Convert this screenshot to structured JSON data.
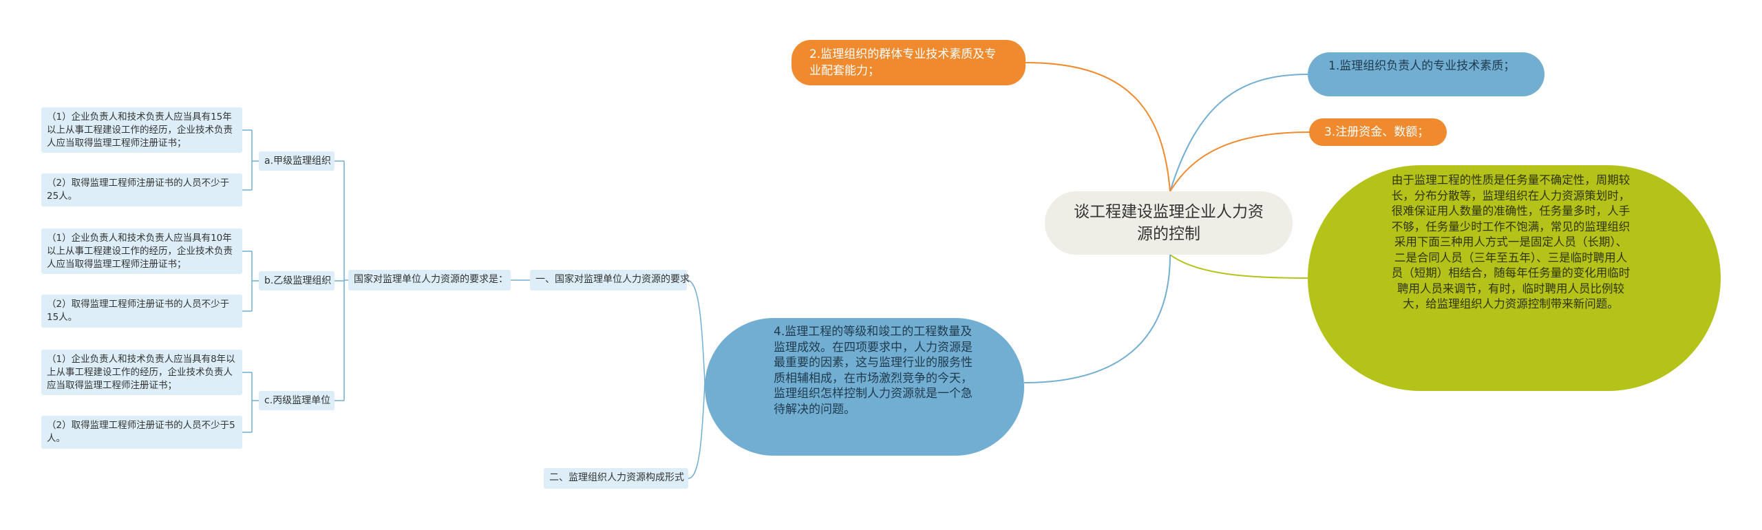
{
  "central": "谈工程建设监理企业人力资源的控制",
  "topics": {
    "t1": "1.监理组织负责人的专业技术素质；",
    "t2": "2.监理组织的群体专业技术素质及专业配套能力；",
    "t3": "3.注册资金、数额；",
    "t4": "4.监理工程的等级和竣工的工程数量及监理成效。在四项要求中，人力资源是最重要的因素，这与监理行业的服务性质相辅相成，在市场激烈竞争的今天，监理组织怎样控制人力资源就是一个急待解决的问题。",
    "note": "由于监理工程的性质是任务量不确定性，周期较长，分布分散等，监理组织在人力资源策划时，很难保证用人数量的准确性，任务量多时，人手不够，任务量少时工作不饱满，常见的监理组织采用下面三种用人方式一是固定人员（长期）、二是合同人员（三年至五年）、三是临时聘用人员（短期）相结合，随每年任务量的变化用临时聘用人员来调节，有时，临时聘用人员比例较大，给监理组织人力资源控制带来新问题。"
  },
  "sections": {
    "s1": "一、国家对监理单位人力资源的要求",
    "s2": "二、监理组织人力资源构成形式"
  },
  "requirement": "国家对监理单位人力资源的要求是：",
  "grades": {
    "a": "a.甲级监理组织",
    "b": "b.乙级监理组织",
    "c": "c.丙级监理单位"
  },
  "leaves": {
    "a1": "（1）企业负责人和技术负责人应当具有15年以上从事工程建设工作的经历，企业技术负责人应当取得监理工程师注册证书；",
    "a2": "（2）取得监理工程师注册证书的人员不少于25人。",
    "b1": "（1）企业负责人和技术负责人应当具有10年以上从事工程建设工作的经历，企业技术负责人应当取得监理工程师注册证书；",
    "b2": "（2）取得监理工程师注册证书的人员不少于15人。",
    "c1": "（1）企业负责人和技术负责人应当具有8年以上从事工程建设工作的经历，企业技术负责人应当取得监理工程师注册证书；",
    "c2": "（2）取得监理工程师注册证书的人员不少于5人。"
  },
  "colors": {
    "blue": "#71aed2",
    "orange": "#ef8a2e",
    "green": "#b5c21a",
    "central_bg": "#eeede6",
    "light_blue": "#ddeef8"
  }
}
